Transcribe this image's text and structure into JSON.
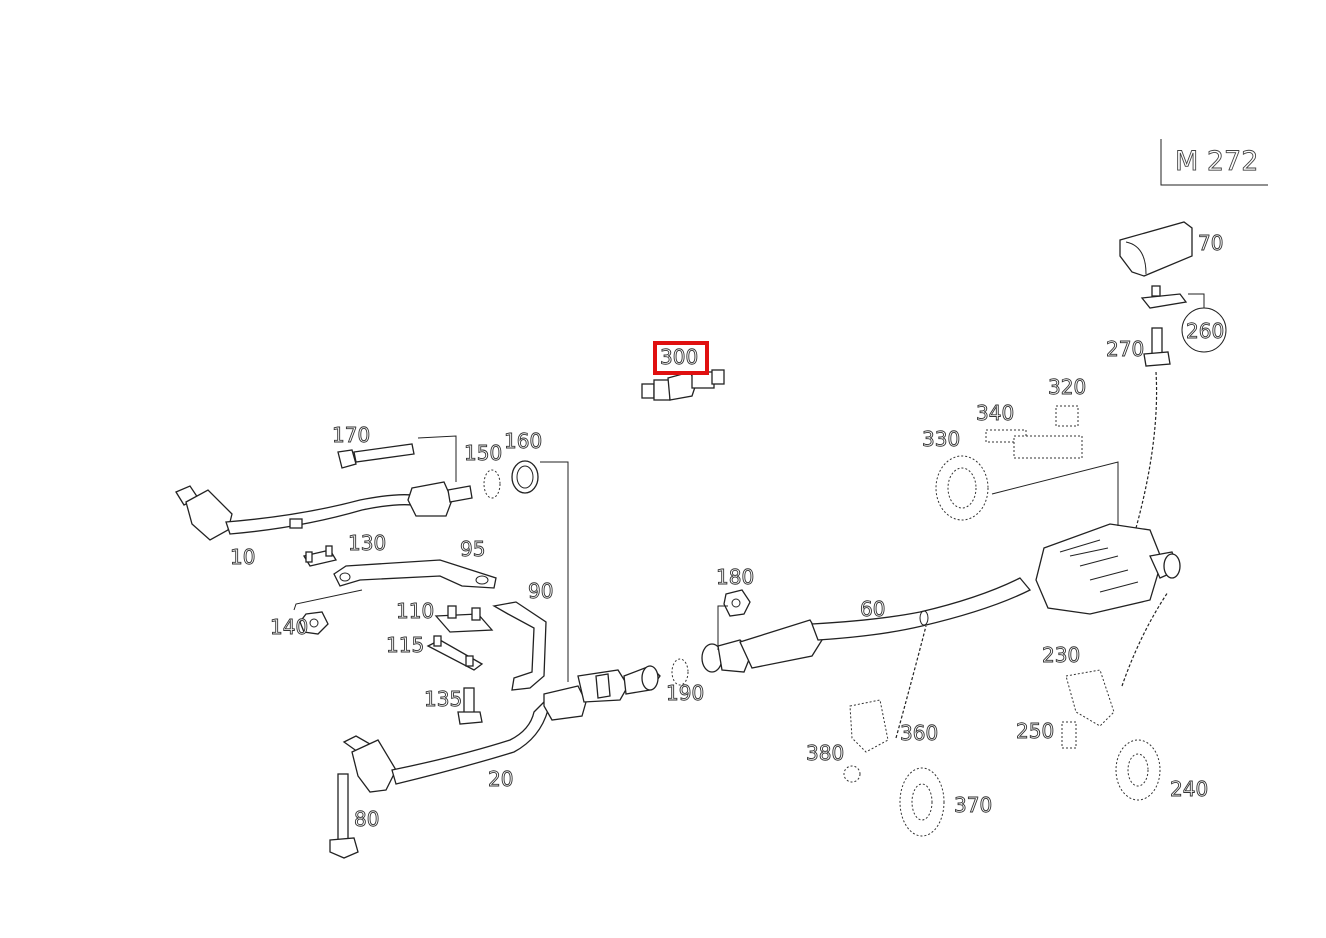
{
  "engine_code": "M 272",
  "highlighted_part": "300",
  "callouts": [
    "10",
    "20",
    "60",
    "70",
    "80",
    "90",
    "95",
    "110",
    "115",
    "130",
    "135",
    "140",
    "150",
    "160",
    "170",
    "180",
    "190",
    "230",
    "240",
    "250",
    "260",
    "270",
    "300",
    "320",
    "330",
    "340",
    "360",
    "370",
    "380"
  ]
}
